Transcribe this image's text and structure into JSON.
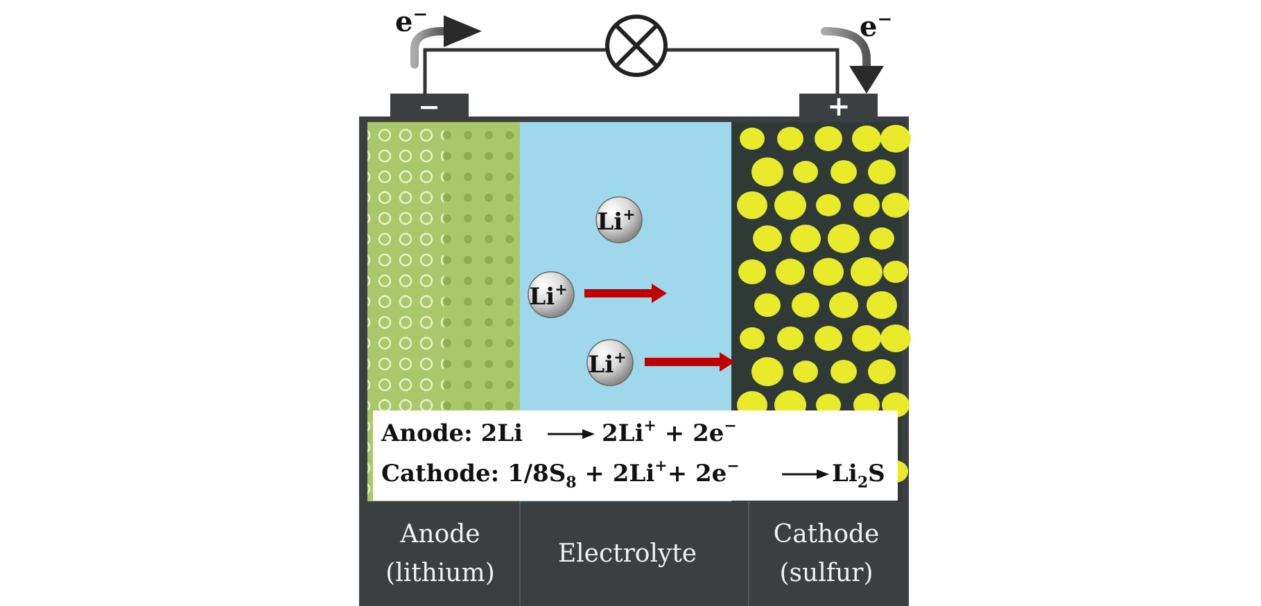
{
  "circuit": {
    "electron_left": "e",
    "electron_right": "e",
    "electron_sup": "−",
    "terminal_negative": "−",
    "terminal_positive": "+"
  },
  "ions": [
    {
      "label": "Li",
      "sup": "+"
    },
    {
      "label": "Li",
      "sup": "+"
    },
    {
      "label": "Li",
      "sup": "+"
    }
  ],
  "equations": {
    "anode_prefix": "Anode: 2Li",
    "anode_product": "2Li",
    "anode_product_sup": "+",
    "anode_rest": " + 2e",
    "anode_rest_sup": "−",
    "cathode_prefix": "Cathode: 1/8S",
    "cathode_sub": "8",
    "cathode_mid1": " + 2Li",
    "cathode_mid1_sup": "+",
    "cathode_mid2": "+ 2e",
    "cathode_mid2_sup": "−",
    "cathode_product1": "Li",
    "cathode_product_sub": "2",
    "cathode_product2": "S"
  },
  "labels": {
    "anode_line1": "Anode",
    "anode_line2": "(lithium)",
    "electrolyte": "Electrolyte",
    "cathode_line1": "Cathode",
    "cathode_line2": "(sulfur)"
  },
  "colors": {
    "anode": "#a8c86a",
    "electrolyte": "#9fd8ea",
    "cathode_bg": "#2f3a36",
    "sulfur": "#e8ea2a",
    "casing": "#3c3f42",
    "ion_arrow": "#c00000",
    "wire": "#333333"
  }
}
